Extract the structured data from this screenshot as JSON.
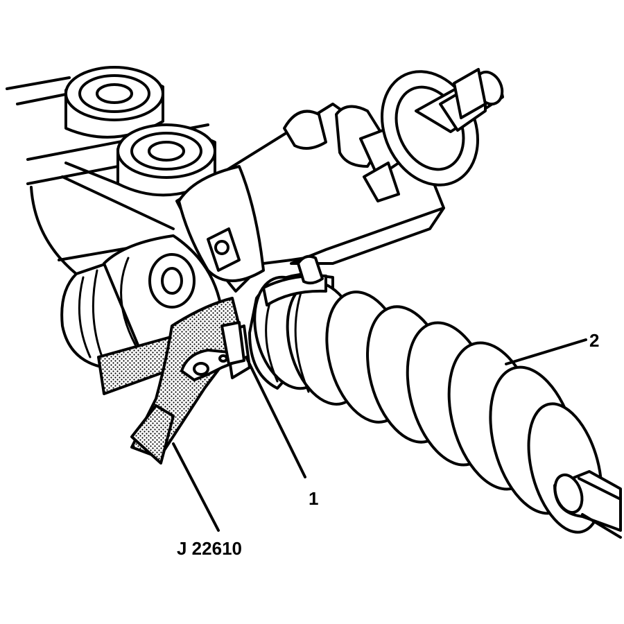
{
  "callouts": [
    {
      "id": "clamp",
      "label": "1"
    },
    {
      "id": "boot",
      "label": "2"
    },
    {
      "id": "tool",
      "label": "J 22610"
    }
  ]
}
